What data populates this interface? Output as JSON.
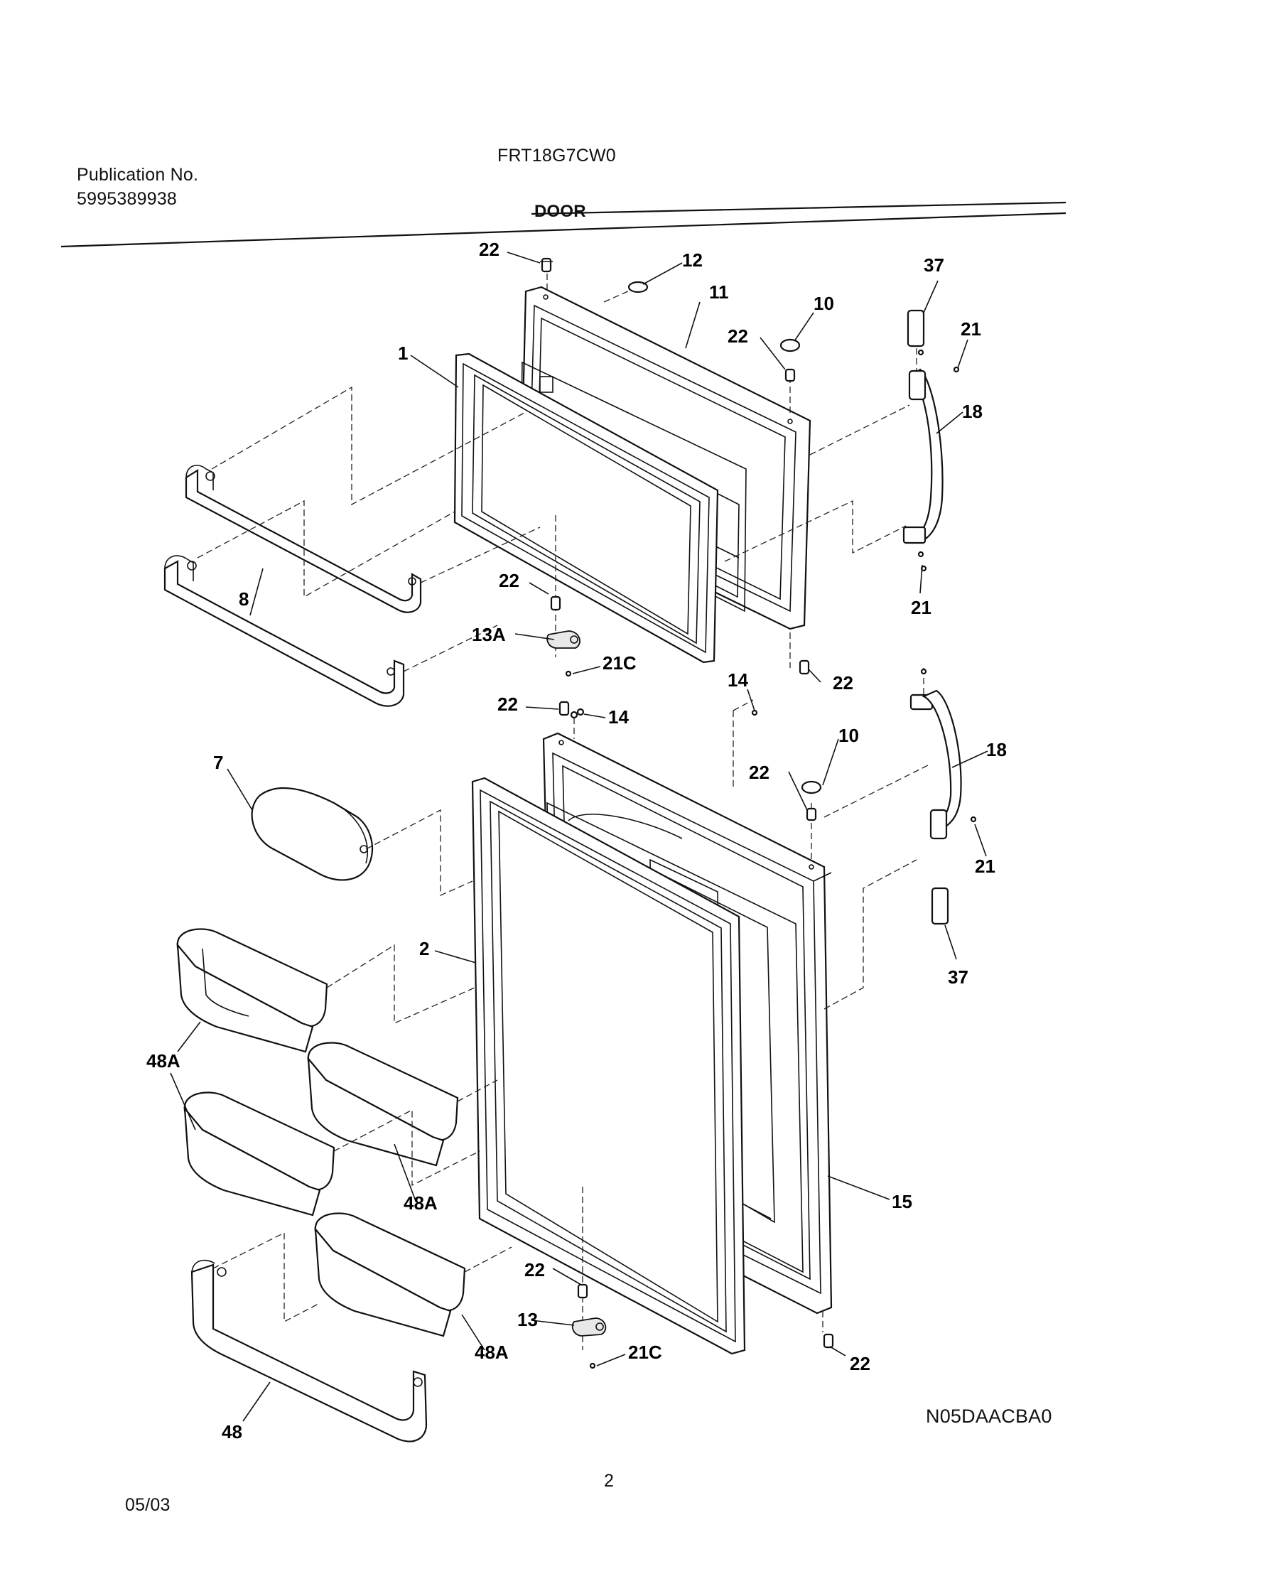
{
  "header": {
    "publication_label": "Publication No.",
    "publication_number": "5995389938",
    "model": "FRT18G7CW0",
    "section": "DOOR"
  },
  "footer": {
    "page_number": "2",
    "date": "05/03",
    "diagram_code": "N05DAACBA0"
  },
  "callouts": {
    "c1": "1",
    "c2": "2",
    "c7": "7",
    "c8": "8",
    "c10a": "10",
    "c10b": "10",
    "c11": "11",
    "c12": "12",
    "c13": "13",
    "c13a": "13A",
    "c14a": "14",
    "c14b": "14",
    "c15": "15",
    "c18a": "18",
    "c18b": "18",
    "c21a": "21",
    "c21b": "21",
    "c21c": "21",
    "c21c1": "21C",
    "c21c2": "21C",
    "c22a": "22",
    "c22b": "22",
    "c22c": "22",
    "c22d": "22",
    "c22e": "22",
    "c22f": "22",
    "c22g": "22",
    "c22h": "22",
    "c37a": "37",
    "c37b": "37",
    "c48": "48",
    "c48a1": "48A",
    "c48a2": "48A",
    "c48a3": "48A"
  }
}
